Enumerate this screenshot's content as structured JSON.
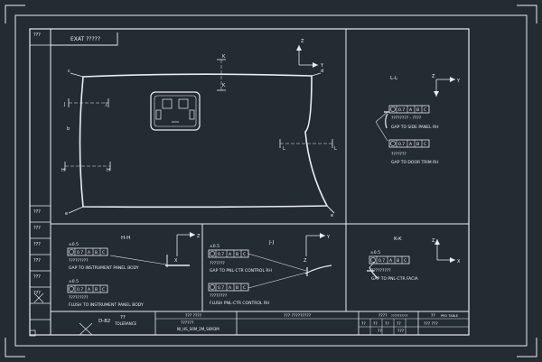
{
  "colors": {
    "background": "#232b33",
    "line": "#e8ecef"
  },
  "title_box": "EXAT ?????",
  "left_strip": [
    "???",
    "???",
    "???",
    "???",
    "???",
    "???",
    "???"
  ],
  "main_view": {
    "corner_labels": [
      "c",
      "d",
      "e",
      "e"
    ],
    "section_marks": {
      "j_left": "J",
      "j_right": "J",
      "h_left": "H",
      "h_right": "H",
      "k_top": "K",
      "k_bottom": "K",
      "l_left": "L",
      "l_right": "L"
    },
    "axis_z": "Z",
    "axis_y": "Y"
  },
  "view_l": {
    "title": "L-L",
    "axis_z": "Z",
    "axis_y": "Y",
    "fcf_top": [
      "0.7",
      "A",
      "B",
      "C"
    ],
    "note_top_1": "???????? - ????",
    "note_top_2": "GAP TO SIDE PANEL RH",
    "fcf_bottom": [
      "0.7",
      "A",
      "B",
      "C"
    ],
    "note_bottom_1": "???????",
    "note_bottom_2": "GAP TO DOOR TRIM RH"
  },
  "view_h": {
    "title": "H-H",
    "axis_z": "Z",
    "axis_x": "X",
    "fcf_top_value": "±0.5",
    "fcf_top": [
      "0.7",
      "A",
      "B",
      "C"
    ],
    "note_top_1": "?????????",
    "note_top_2": "GAP TO INSTRUMENT PANEL BODY",
    "fcf_bottom_value": "±0.5",
    "fcf_bottom": [
      "0.7",
      "A",
      "B",
      "C"
    ],
    "note_bottom_1": "?????????",
    "note_bottom_2": "FLUSH TO INSTRUMENT PANEL BODY"
  },
  "view_j": {
    "title": "J-J",
    "axis_z": "Z",
    "axis_y": "Y",
    "fcf_top_value": "±0.5",
    "fcf_top": [
      "0.7",
      "A",
      "B",
      "C"
    ],
    "note_top_1": "???????",
    "note_top_2": "GAP TO PNL-CTR CONTROL RH",
    "fcf_bottom": [
      "0.7",
      "A",
      "B",
      "C"
    ],
    "note_bottom_1": "????????",
    "note_bottom_2": "FLUSH PNL-CTR CONTROL RH"
  },
  "view_k": {
    "title": "K-K",
    "axis_z": "Z",
    "axis_x": "X",
    "fcf_value": "±0.5",
    "fcf": [
      "0.7",
      "A",
      "B",
      "C"
    ],
    "note_1": "?????????",
    "note_2": "GAP TO PNL-CTR FACIA"
  },
  "title_block": {
    "scale_label": "D-82",
    "tol_label": "??",
    "tol_sub": "TOLERANCE",
    "c1_top": "??? ????",
    "c1_mid": "??????",
    "c1_bot": "Nl_HS_S6M_2M_S6M3M",
    "c2_top": "??? ?????????",
    "c3_top": "????",
    "c3_cells": [
      "??",
      "??",
      "??",
      "??"
    ],
    "c3_right_top": "??????????",
    "c4_top": "??",
    "c4_sub": "PRO TABLE",
    "c4_bot": "??? ???",
    "c5_top": "??",
    "c5_mid": "???"
  }
}
